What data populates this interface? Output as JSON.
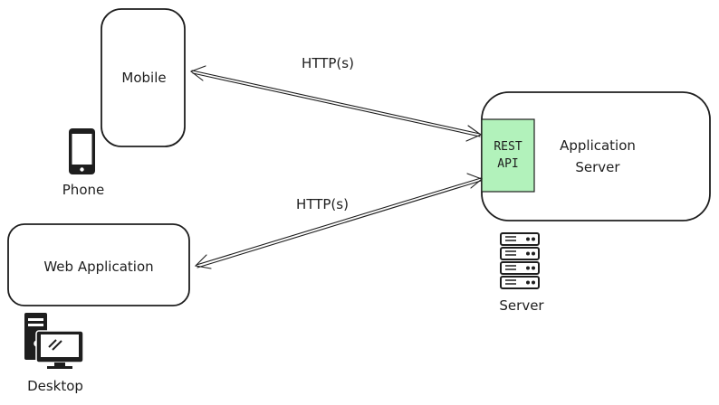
{
  "nodes": {
    "mobile": {
      "label": "Mobile"
    },
    "web_app": {
      "label": "Web Application"
    },
    "app_server": {
      "label_line1": "Application",
      "label_line2": "Server"
    },
    "rest_api": {
      "label_line1": "REST",
      "label_line2": "API",
      "fill": "#b2f2bb"
    }
  },
  "icons": {
    "phone": {
      "name": "phone-icon",
      "caption": "Phone"
    },
    "server": {
      "name": "server-icon",
      "caption": "Server"
    },
    "desktop": {
      "name": "desktop-icon",
      "caption": "Desktop"
    }
  },
  "edges": {
    "mobile_to_api": {
      "label": "HTTP(s)"
    },
    "web_to_api": {
      "label": "HTTP(s)"
    }
  },
  "colors": {
    "stroke": "#1e1e1e",
    "api_fill": "#b2f2bb",
    "background": "#ffffff"
  }
}
